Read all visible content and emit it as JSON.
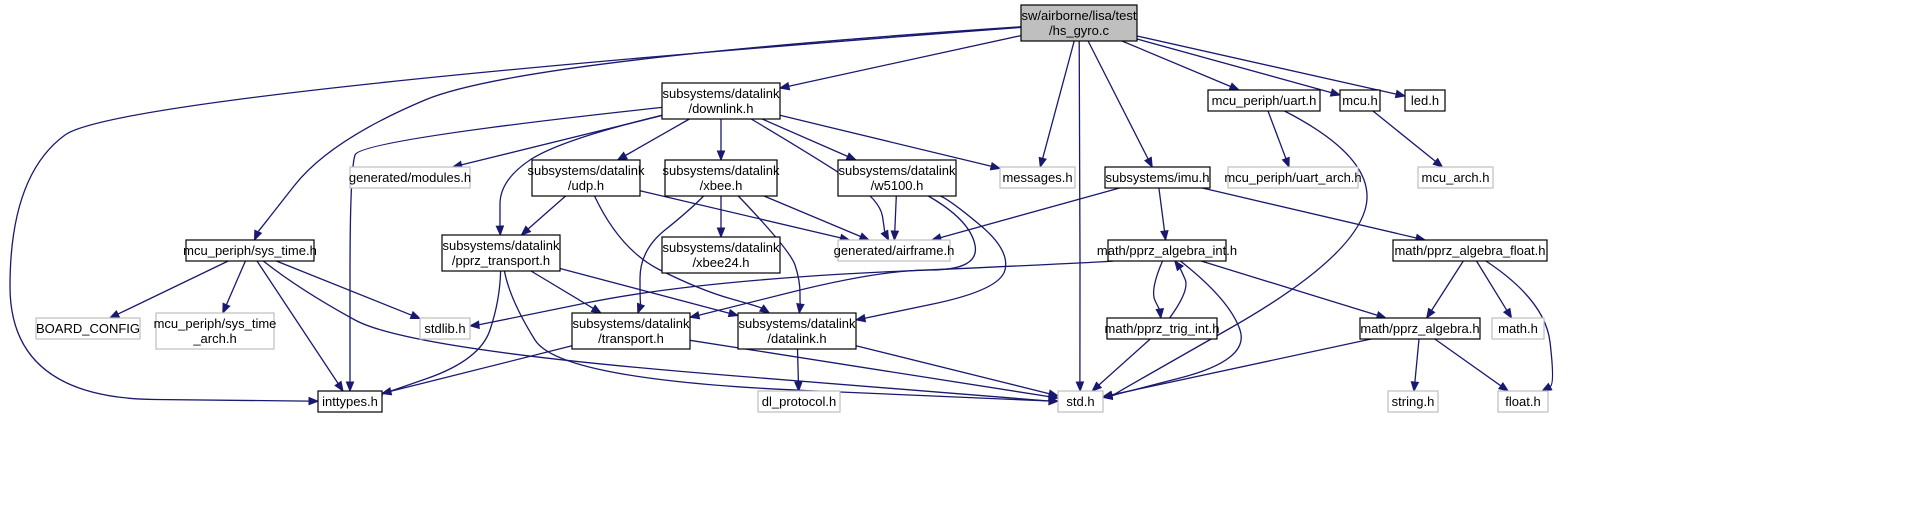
{
  "colors": {
    "edge": "#191970",
    "root_fill": "#bfbfbf",
    "box_border": "#000000",
    "external_border": "#bfbfbf"
  },
  "nodes": [
    {
      "id": "hs_gyro",
      "kind": "root",
      "lines": [
        "sw/airborne/lisa/test",
        "/hs_gyro.c"
      ]
    },
    {
      "id": "downlink",
      "kind": "solid",
      "lines": [
        "subsystems/datalink",
        "/downlink.h"
      ]
    },
    {
      "id": "uart",
      "kind": "solid",
      "lines": [
        "mcu_periph/uart.h"
      ]
    },
    {
      "id": "mcu",
      "kind": "solid",
      "lines": [
        "mcu.h"
      ]
    },
    {
      "id": "led",
      "kind": "solid",
      "lines": [
        "led.h"
      ]
    },
    {
      "id": "gen_modules",
      "kind": "ghost",
      "lines": [
        "generated/modules.h"
      ]
    },
    {
      "id": "udp",
      "kind": "solid",
      "lines": [
        "subsystems/datalink",
        "/udp.h"
      ]
    },
    {
      "id": "xbee",
      "kind": "solid",
      "lines": [
        "subsystems/datalink",
        "/xbee.h"
      ]
    },
    {
      "id": "w5100",
      "kind": "solid",
      "lines": [
        "subsystems/datalink",
        "/w5100.h"
      ]
    },
    {
      "id": "messages",
      "kind": "ghost",
      "lines": [
        "messages.h"
      ]
    },
    {
      "id": "imu",
      "kind": "solid",
      "lines": [
        "subsystems/imu.h"
      ]
    },
    {
      "id": "uart_arch",
      "kind": "ghost",
      "lines": [
        "mcu_periph/uart_arch.h"
      ]
    },
    {
      "id": "mcu_arch",
      "kind": "ghost",
      "lines": [
        "mcu_arch.h"
      ]
    },
    {
      "id": "sys_time",
      "kind": "solid",
      "lines": [
        "mcu_periph/sys_time.h"
      ]
    },
    {
      "id": "pprz_transport",
      "kind": "solid",
      "lines": [
        "subsystems/datalink",
        "/pprz_transport.h"
      ]
    },
    {
      "id": "xbee24",
      "kind": "solid",
      "lines": [
        "subsystems/datalink",
        "/xbee24.h"
      ]
    },
    {
      "id": "gen_airframe",
      "kind": "ghost",
      "lines": [
        "generated/airframe.h"
      ]
    },
    {
      "id": "pprz_algebra_int",
      "kind": "solid",
      "lines": [
        "math/pprz_algebra_int.h"
      ]
    },
    {
      "id": "pprz_algebra_float",
      "kind": "solid",
      "lines": [
        "math/pprz_algebra_float.h"
      ]
    },
    {
      "id": "board_config",
      "kind": "ghost",
      "lines": [
        "BOARD_CONFIG"
      ]
    },
    {
      "id": "sys_time_arch",
      "kind": "ghost",
      "lines": [
        "mcu_periph/sys_time",
        "_arch.h"
      ]
    },
    {
      "id": "stdlib",
      "kind": "ghost",
      "lines": [
        "stdlib.h"
      ]
    },
    {
      "id": "transport",
      "kind": "solid",
      "lines": [
        "subsystems/datalink",
        "/transport.h"
      ]
    },
    {
      "id": "datalink",
      "kind": "solid",
      "lines": [
        "subsystems/datalink",
        "/datalink.h"
      ]
    },
    {
      "id": "pprz_trig_int",
      "kind": "solid",
      "lines": [
        "math/pprz_trig_int.h"
      ]
    },
    {
      "id": "pprz_algebra",
      "kind": "solid",
      "lines": [
        "math/pprz_algebra.h"
      ]
    },
    {
      "id": "math_h",
      "kind": "ghost",
      "lines": [
        "math.h"
      ]
    },
    {
      "id": "inttypes",
      "kind": "solid",
      "lines": [
        "inttypes.h"
      ]
    },
    {
      "id": "std",
      "kind": "ghost",
      "lines": [
        "std.h"
      ]
    },
    {
      "id": "dl_protocol",
      "kind": "ghost",
      "lines": [
        "dl_protocol.h"
      ]
    },
    {
      "id": "string_h",
      "kind": "ghost",
      "lines": [
        "string.h"
      ]
    },
    {
      "id": "float_h",
      "kind": "ghost",
      "lines": [
        "float.h"
      ]
    }
  ],
  "edges": [
    [
      "hs_gyro",
      "downlink"
    ],
    [
      "hs_gyro",
      "uart"
    ],
    [
      "hs_gyro",
      "mcu"
    ],
    [
      "hs_gyro",
      "led"
    ],
    [
      "hs_gyro",
      "messages"
    ],
    [
      "hs_gyro",
      "imu"
    ],
    [
      "hs_gyro",
      "sys_time"
    ],
    [
      "hs_gyro",
      "inttypes"
    ],
    [
      "hs_gyro",
      "std"
    ],
    [
      "downlink",
      "gen_modules"
    ],
    [
      "downlink",
      "udp"
    ],
    [
      "downlink",
      "xbee"
    ],
    [
      "downlink",
      "w5100"
    ],
    [
      "downlink",
      "messages"
    ],
    [
      "downlink",
      "pprz_transport"
    ],
    [
      "downlink",
      "gen_airframe"
    ],
    [
      "downlink",
      "inttypes"
    ],
    [
      "udp",
      "pprz_transport"
    ],
    [
      "udp",
      "gen_airframe"
    ],
    [
      "udp",
      "datalink"
    ],
    [
      "xbee",
      "xbee24"
    ],
    [
      "xbee",
      "gen_airframe"
    ],
    [
      "xbee",
      "transport"
    ],
    [
      "xbee",
      "datalink"
    ],
    [
      "w5100",
      "gen_airframe"
    ],
    [
      "w5100",
      "transport"
    ],
    [
      "w5100",
      "datalink"
    ],
    [
      "uart",
      "uart_arch"
    ],
    [
      "uart",
      "std"
    ],
    [
      "mcu",
      "mcu_arch"
    ],
    [
      "imu",
      "gen_airframe"
    ],
    [
      "imu",
      "pprz_algebra_int"
    ],
    [
      "imu",
      "pprz_algebra_float"
    ],
    [
      "sys_time",
      "board_config"
    ],
    [
      "sys_time",
      "sys_time_arch"
    ],
    [
      "sys_time",
      "stdlib"
    ],
    [
      "sys_time",
      "inttypes"
    ],
    [
      "sys_time",
      "std"
    ],
    [
      "pprz_transport",
      "transport"
    ],
    [
      "pprz_transport",
      "datalink"
    ],
    [
      "pprz_transport",
      "inttypes"
    ],
    [
      "pprz_transport",
      "std"
    ],
    [
      "pprz_algebra_int",
      "stdlib"
    ],
    [
      "pprz_algebra_int",
      "pprz_trig_int"
    ],
    [
      "pprz_algebra_int",
      "pprz_algebra"
    ],
    [
      "pprz_algebra_int",
      "std"
    ],
    [
      "pprz_trig_int",
      "pprz_algebra_int"
    ],
    [
      "pprz_trig_int",
      "std"
    ],
    [
      "pprz_algebra_float",
      "pprz_algebra"
    ],
    [
      "pprz_algebra_float",
      "math_h"
    ],
    [
      "pprz_algebra_float",
      "float_h"
    ],
    [
      "transport",
      "inttypes"
    ],
    [
      "transport",
      "std"
    ],
    [
      "datalink",
      "dl_protocol"
    ],
    [
      "datalink",
      "std"
    ],
    [
      "pprz_algebra",
      "std"
    ],
    [
      "pprz_algebra",
      "string_h"
    ],
    [
      "pprz_algebra",
      "float_h"
    ]
  ]
}
